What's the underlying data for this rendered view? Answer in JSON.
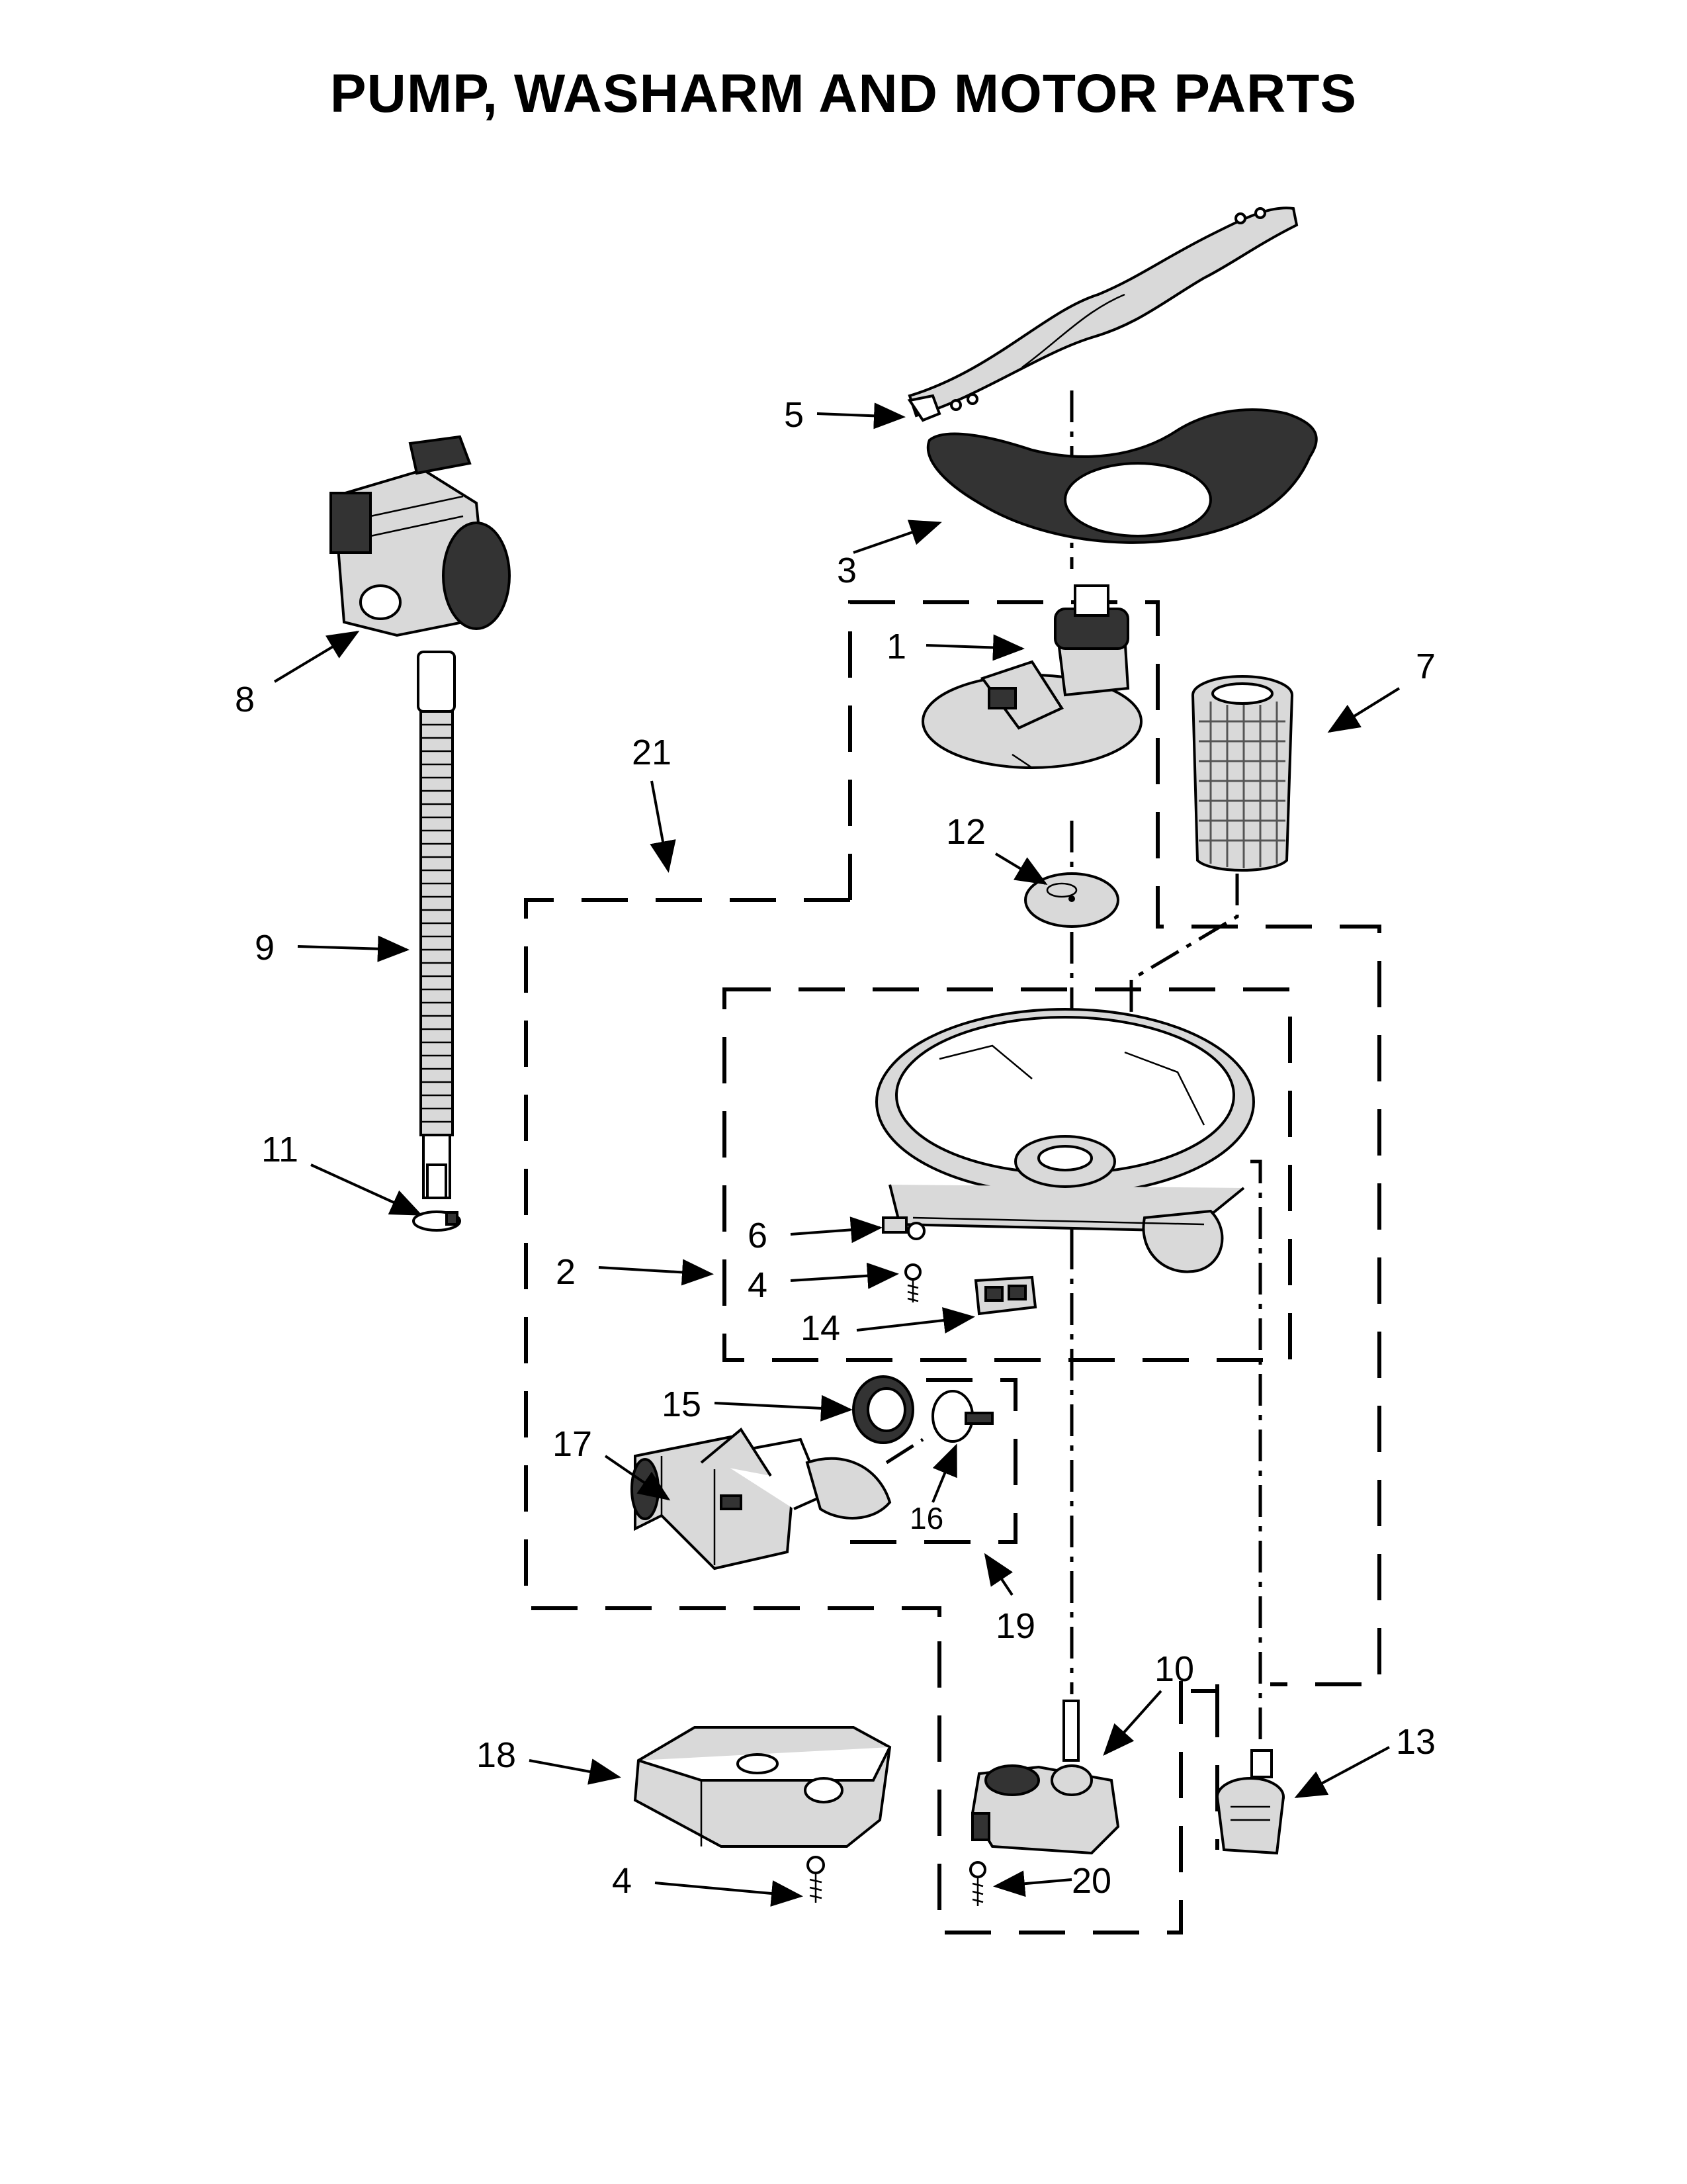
{
  "title": "PUMP, WASHARM AND MOTOR PARTS",
  "callouts": [
    {
      "id": "c1",
      "label": "1"
    },
    {
      "id": "c2",
      "label": "2"
    },
    {
      "id": "c3",
      "label": "3"
    },
    {
      "id": "c4a",
      "label": "4"
    },
    {
      "id": "c4b",
      "label": "4"
    },
    {
      "id": "c5",
      "label": "5"
    },
    {
      "id": "c6",
      "label": "6"
    },
    {
      "id": "c7",
      "label": "7"
    },
    {
      "id": "c8",
      "label": "8"
    },
    {
      "id": "c9",
      "label": "9"
    },
    {
      "id": "c10",
      "label": "10"
    },
    {
      "id": "c11",
      "label": "11"
    },
    {
      "id": "c12",
      "label": "12"
    },
    {
      "id": "c13",
      "label": "13"
    },
    {
      "id": "c14",
      "label": "14"
    },
    {
      "id": "c15",
      "label": "15"
    },
    {
      "id": "c16",
      "label": "16"
    },
    {
      "id": "c17",
      "label": "17"
    },
    {
      "id": "c18",
      "label": "18"
    },
    {
      "id": "c19",
      "label": "19"
    },
    {
      "id": "c20",
      "label": "20"
    },
    {
      "id": "c21",
      "label": "21"
    }
  ]
}
